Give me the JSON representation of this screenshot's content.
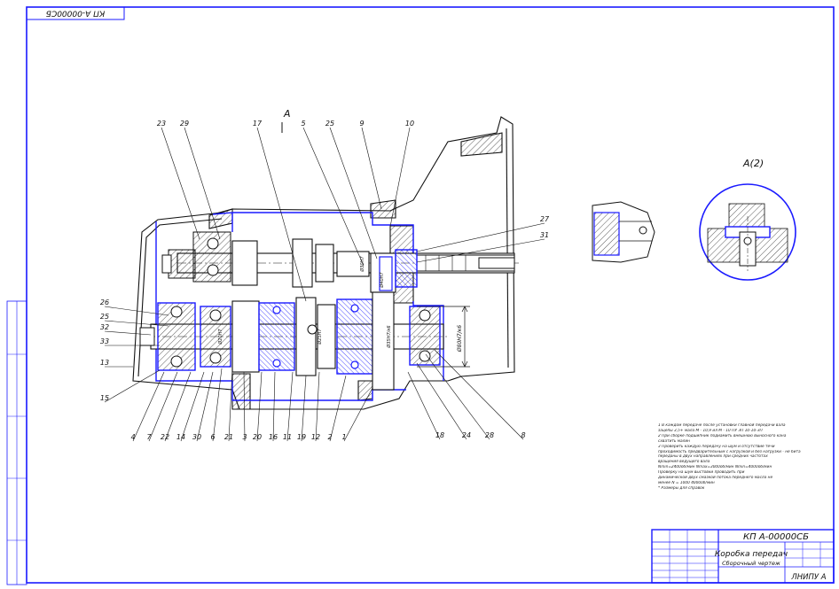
{
  "corner_stamp": "КП А-00000СБ",
  "view_label": "А",
  "view_label_detail": "А(2)",
  "callouts_top": [
    "23",
    "29",
    "17",
    "5",
    "25",
    "9",
    "10",
    "27",
    "31"
  ],
  "callouts_left": [
    "26",
    "25",
    "32",
    "33",
    "13",
    "15"
  ],
  "callouts_bottom": [
    "4",
    "7",
    "22",
    "14",
    "30",
    "6",
    "21",
    "3",
    "20",
    "16",
    "11",
    "19",
    "12",
    "2",
    "1",
    "18",
    "24",
    "28",
    "8"
  ],
  "dimension_label": "Ø80Н7/к6",
  "fit_labels": [
    "Ø20Н7",
    "Ø25Н7",
    "Ø30Н7",
    "Ø35Н7/к6",
    "Ø40Н7"
  ],
  "notes": [
    "1 В каждом передаче после установки главной передачи вала",
    "зацепы 3,5+ мала М - 10,9 ил М - 10 ПУ ЗП 10-10-ЗП",
    "2 При сборке подшипник подиамить внешнюю выносного кана",
    "схватить малин",
    "3 Проверить каждую передачу на шум и отсутствие течи",
    "проходимость предварительным с нагрузкой и без нагрузки - не бита",
    "переданы в двух направлениях при средних частотах",
    "вращения ведущего вала",
    "Nmin=2400об/мин Nmax=3000об/мин Nmin=4000об/мин",
    "Проверку на шум выстовки проводить при",
    "динамической двух смазкой потока переднего масла не",
    "менее N = 1000 4000об/мин",
    "* Размеры для справок"
  ],
  "title_block": {
    "designation": "КП А-00000СБ",
    "name": "Коробка передач",
    "doc_type": "Сборочный чертеж",
    "org": "ЛНИПУ А"
  },
  "colors": {
    "line": "#0a0a0a",
    "accent": "#1a1aff",
    "frame": "#1a1aff"
  }
}
